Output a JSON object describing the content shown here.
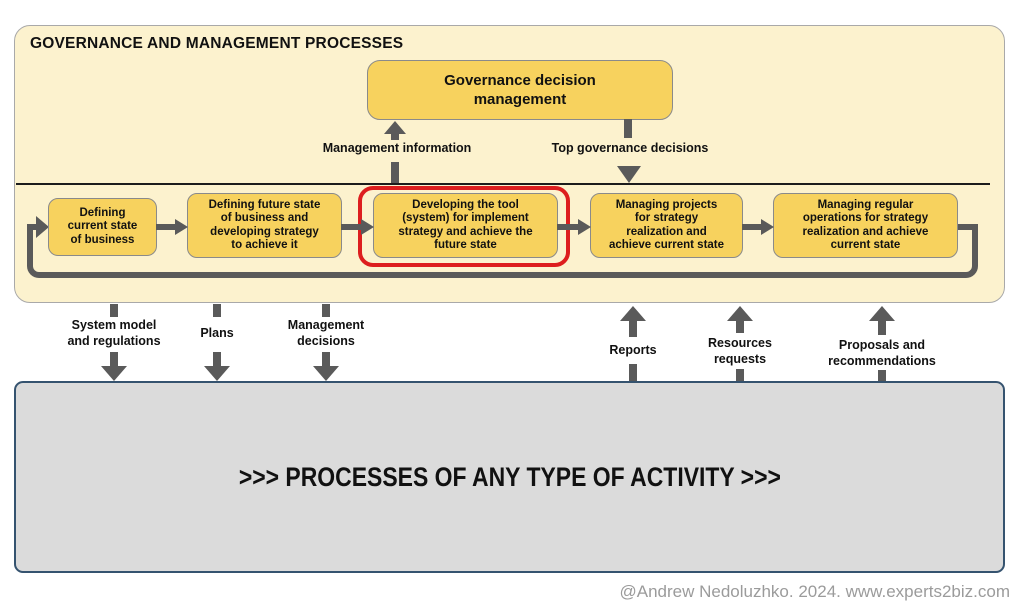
{
  "header": {
    "title": "GOVERNANCE AND MANAGEMENT PROCESSES"
  },
  "governance_box": {
    "label": "Governance decision\nmanagement"
  },
  "top_flows": {
    "management_information": "Management information",
    "top_governance_decisions": "Top governance decisions"
  },
  "process_row": {
    "boxes": [
      {
        "label": "Defining\ncurrent state\nof business",
        "highlighted": false
      },
      {
        "label": "Defining future state\nof business and\ndeveloping strategy\nto achieve it",
        "highlighted": false
      },
      {
        "label": "Developing the tool\n(system) for implement\nstrategy and achieve the\nfuture state",
        "highlighted": true
      },
      {
        "label": "Managing projects\nfor strategy\nrealization  and\nachieve current state",
        "highlighted": false
      },
      {
        "label": "Managing regular\noperations for strategy\nrealization  and achieve\ncurrent state",
        "highlighted": false
      }
    ]
  },
  "down_flows": [
    {
      "label": "System model\nand regulations"
    },
    {
      "label": "Plans"
    },
    {
      "label": "Management\ndecisions"
    }
  ],
  "up_flows": [
    {
      "label": "Reports"
    },
    {
      "label": "Resources\nrequests"
    },
    {
      "label": "Proposals and\nrecommendations"
    }
  ],
  "bottom_band": {
    "label": ">>>  PROCESSES OF ANY TYPE OF ACTIVITY   >>>"
  },
  "footer": {
    "credit": "@Andrew Nedoluzhko. 2024. www.experts2biz.com"
  },
  "colors": {
    "container-fill": "#FCF2CE",
    "box-fill": "#F7D25E",
    "arrow-gray": "#5A5A5A",
    "highlight-red": "#DD1E1E",
    "grayband-fill": "#DBDBDB",
    "grayband-border": "#35536F"
  }
}
